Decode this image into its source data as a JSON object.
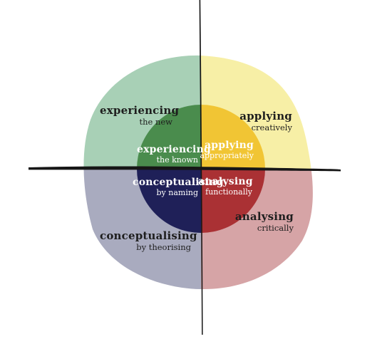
{
  "quadrants": {
    "top_left": {
      "outer": {
        "title": "experiencing",
        "subtitle": "the new",
        "color": "#a8d0b6"
      },
      "inner": {
        "title": "experiencing",
        "subtitle": "the known",
        "color": "#4a8c4d"
      }
    },
    "top_right": {
      "outer": {
        "title": "applying",
        "subtitle": "creatively",
        "color": "#f7efa6"
      },
      "inner": {
        "title": "applying",
        "subtitle": "appropriately",
        "color": "#f1c534"
      }
    },
    "bottom_left": {
      "outer": {
        "title": "conceptualising",
        "subtitle": "by theorising",
        "color": "#a9abbf"
      },
      "inner": {
        "title": "conceptualising",
        "subtitle": "by naming",
        "color": "#1f2058"
      }
    },
    "bottom_right": {
      "outer": {
        "title": "analysing",
        "subtitle": "critically",
        "color": "#d6a4a6"
      },
      "inner": {
        "title": "analysing",
        "subtitle": "functionally",
        "color": "#aa3134"
      }
    }
  },
  "axis_color": "#161616",
  "inner_light_text_color": "#ffffff"
}
